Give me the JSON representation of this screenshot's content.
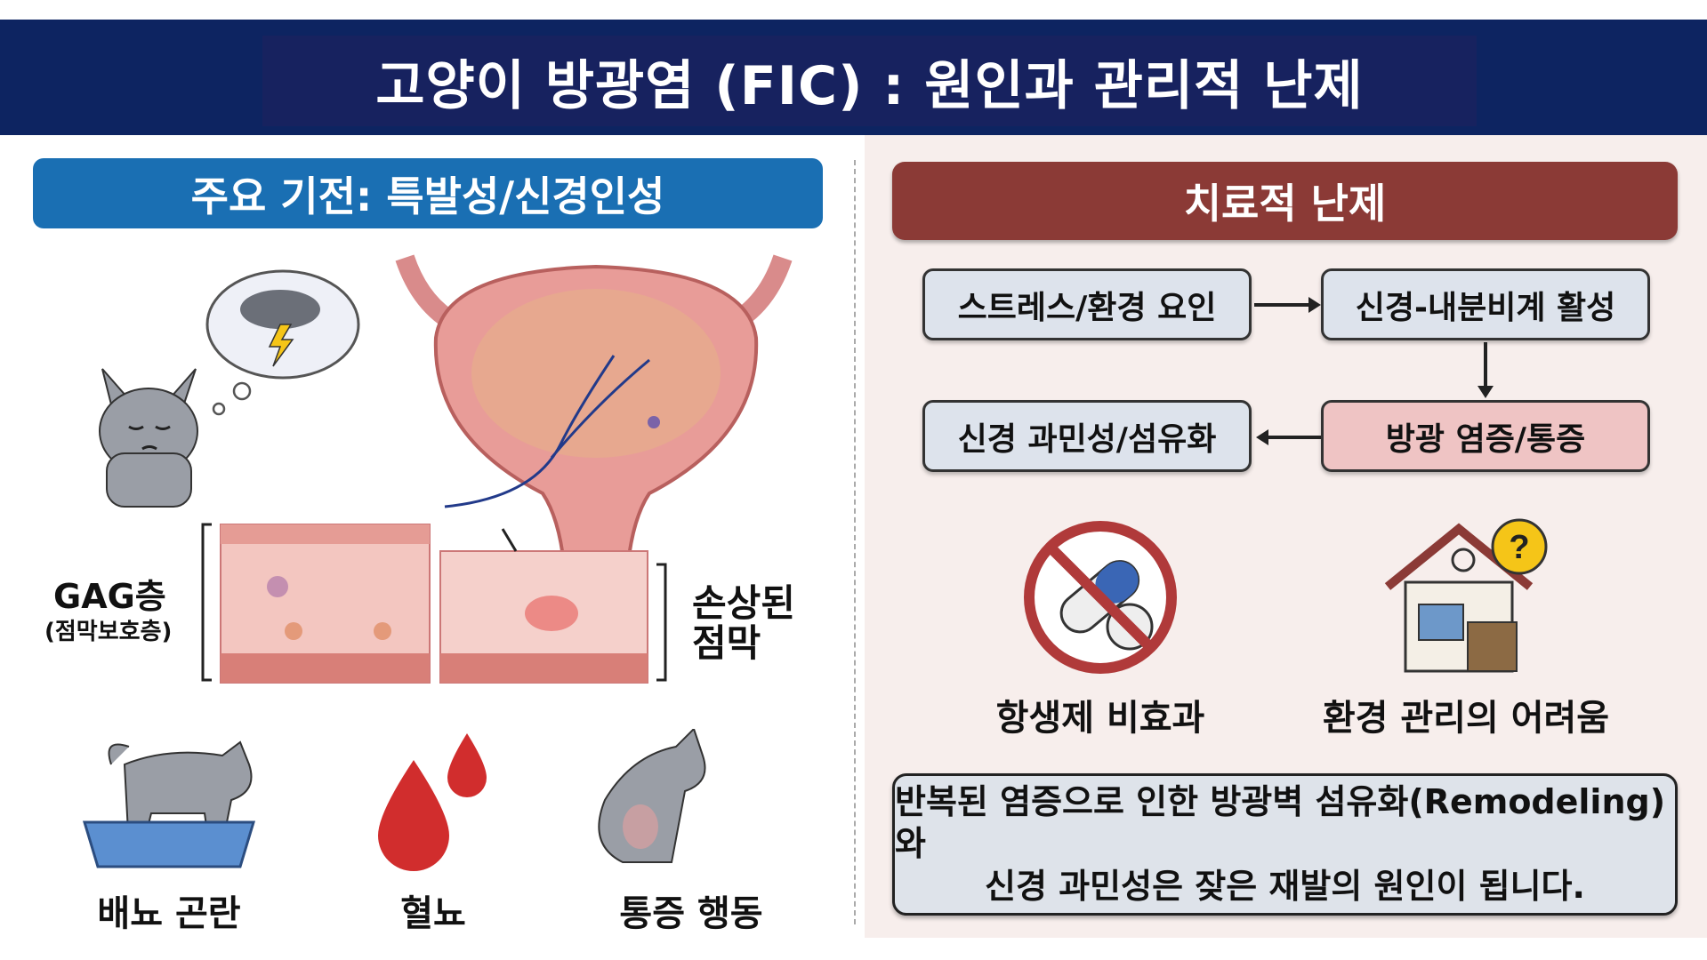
{
  "title": "고양이 방광염 (FIC) : 원인과 관리적 난제",
  "left": {
    "header": "주요 기전: 특발성/신경인성",
    "gag_label": "GAG층",
    "gag_sub": "(점막보호층)",
    "damaged_label_1": "손상된",
    "damaged_label_2": "점막",
    "symptoms": [
      "배뇨 곤란",
      "혈뇨",
      "통증 행동"
    ]
  },
  "right": {
    "header": "치료적 난제",
    "flow": [
      "스트레스/환경 요인",
      "신경-내분비계 활성",
      "방광 염증/통증",
      "신경 과민성/섬유화"
    ],
    "challenges": [
      "항생제 비효과",
      "환경 관리의 어려움"
    ],
    "note_line1": "반복된 염증으로 인한 방광벽 섬유화(Remodeling)와",
    "note_line2": "신경 과민성은 잦은 재발의 원인이 됩니다."
  },
  "colors": {
    "navy": "#0d2461",
    "blue": "#1a6fb3",
    "red": "#8b3a36",
    "pink": "#efc4c4"
  }
}
